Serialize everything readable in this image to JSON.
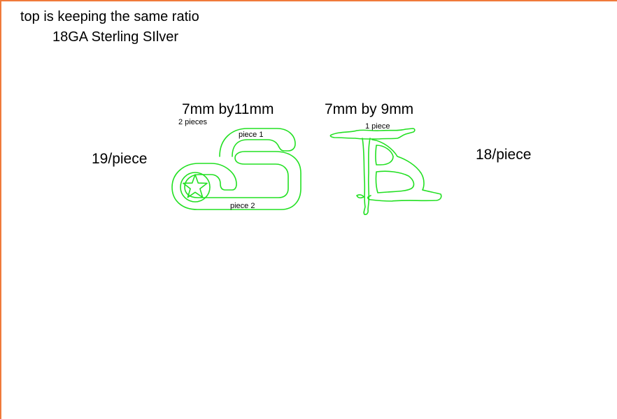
{
  "notes": {
    "line1": "top is keeping the same ratio",
    "line2": "18GA Sterling SIlver"
  },
  "s_pendant": {
    "size": "7mm by11mm",
    "count": "2 pieces",
    "price": "19/piece",
    "piece1_label": "piece 1",
    "piece2_label": "piece 2",
    "icon": "star-in-circle"
  },
  "b_pendant": {
    "size": "7mm by 9mm",
    "count": "1 piece",
    "price": "18/piece",
    "icon": "tb-monogram"
  },
  "colors": {
    "outline": "#22e022",
    "frame_border": "#f07a3a"
  }
}
